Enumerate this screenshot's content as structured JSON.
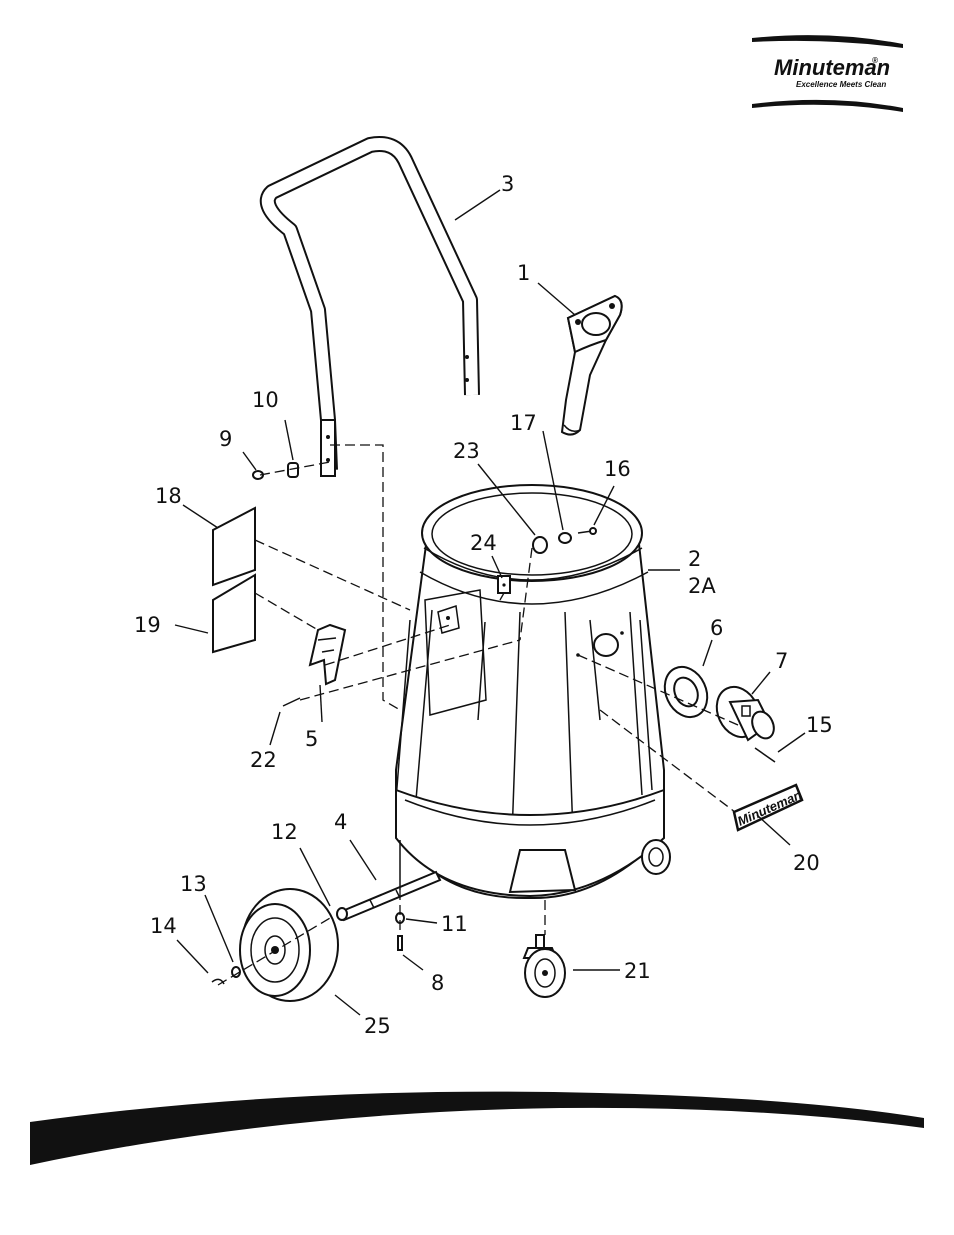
{
  "brand": {
    "name": "Minuteman",
    "trademark": "®",
    "tagline": "Excellence Meets Clean"
  },
  "decal_text": "Minuteman",
  "callouts": [
    {
      "id": "c1",
      "label": "1"
    },
    {
      "id": "c2",
      "label": "2"
    },
    {
      "id": "c2a",
      "label": "2A"
    },
    {
      "id": "c3",
      "label": "3"
    },
    {
      "id": "c4",
      "label": "4"
    },
    {
      "id": "c5",
      "label": "5"
    },
    {
      "id": "c6",
      "label": "6"
    },
    {
      "id": "c7",
      "label": "7"
    },
    {
      "id": "c8",
      "label": "8"
    },
    {
      "id": "c9",
      "label": "9"
    },
    {
      "id": "c10",
      "label": "10"
    },
    {
      "id": "c11",
      "label": "11"
    },
    {
      "id": "c12",
      "label": "12"
    },
    {
      "id": "c13",
      "label": "13"
    },
    {
      "id": "c14",
      "label": "14"
    },
    {
      "id": "c15",
      "label": "15"
    },
    {
      "id": "c16",
      "label": "16"
    },
    {
      "id": "c17",
      "label": "17"
    },
    {
      "id": "c18",
      "label": "18"
    },
    {
      "id": "c19",
      "label": "19"
    },
    {
      "id": "c20",
      "label": "20"
    },
    {
      "id": "c21",
      "label": "21"
    },
    {
      "id": "c22",
      "label": "22"
    },
    {
      "id": "c23",
      "label": "23"
    },
    {
      "id": "c24",
      "label": "24"
    },
    {
      "id": "c25",
      "label": "25"
    }
  ]
}
